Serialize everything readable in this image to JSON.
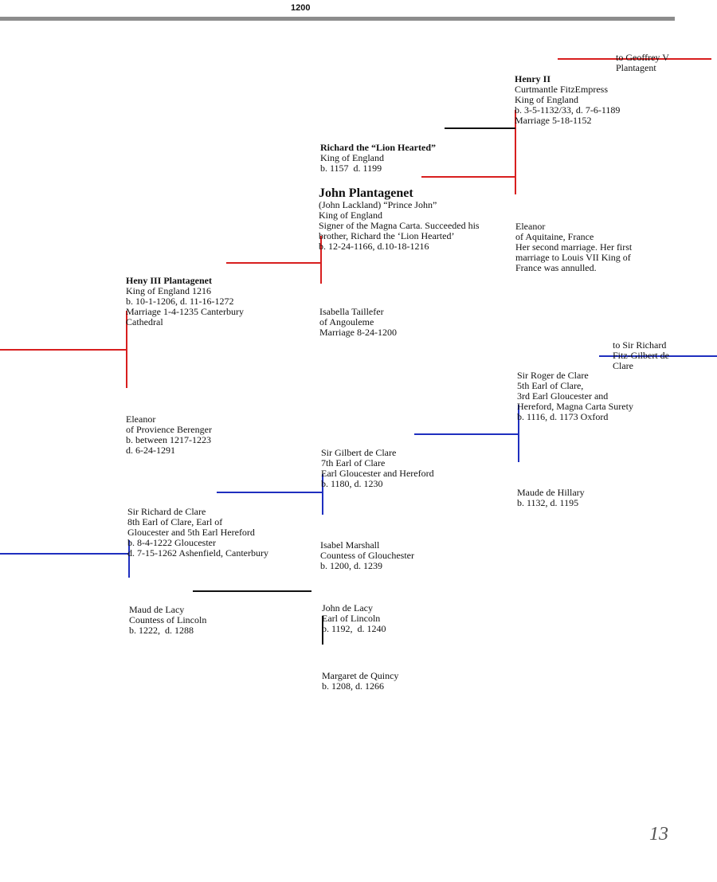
{
  "header": {
    "year": "1200"
  },
  "page_number": "13",
  "people": {
    "geoffrey_ref": {
      "lines": [
        "to Geoffrey V",
        "Plantagent"
      ]
    },
    "henry2": {
      "name": "Henry II",
      "lines": [
        "Curtmantle FitzEmpress",
        "King of England",
        "b. 3-5-1132/33, d. 7-6-1189",
        "Marriage 5-18-1152"
      ]
    },
    "richard": {
      "name": "Richard the “Lion Hearted”",
      "lines": [
        "King of England",
        "b. 1157  d. 1199"
      ]
    },
    "john": {
      "name": "John Plantagenet",
      "lines": [
        "(John Lackland) “Prince John”",
        "King of England",
        "Signer of the Magna Carta. Succeeded his",
        "brother, Richard the ‘Lion Hearted’",
        "b. 12-24-1166, d.10-18-1216"
      ]
    },
    "eleanor_aq": {
      "lines": [
        "Eleanor",
        "of Aquitaine, France",
        "Her second marriage. Her first",
        "marriage to Louis VII King of",
        "France was annulled."
      ]
    },
    "henry3": {
      "name": "Heny III Plantagenet",
      "lines": [
        "King of England 1216",
        "b. 10-1-1206, d. 11-16-1272",
        "Marriage 1-4-1235 Canterbury",
        "Cathedral"
      ]
    },
    "isabella": {
      "lines": [
        "Isabella Taillefer",
        "of Angouleme",
        "Marriage 8-24-1200"
      ]
    },
    "fitzgilbert_ref": {
      "lines": [
        "to Sir Richard",
        "Fitz-Gilbert de",
        "Clare"
      ]
    },
    "roger": {
      "lines": [
        "Sir Roger de Clare",
        "5th Earl of Clare,",
        "3rd Earl Gloucester and",
        "Hereford, Magna Carta Surety",
        "b. 1116, d. 1173 Oxford"
      ]
    },
    "eleanor_pr": {
      "lines": [
        "Eleanor",
        "of Provience Berenger",
        "b. between 1217-1223",
        "d. 6-24-1291"
      ]
    },
    "gilbert": {
      "lines": [
        "Sir Gilbert de Clare",
        "7th Earl of Clare",
        "Earl Gloucester and Hereford",
        "b. 1180, d. 1230"
      ]
    },
    "maude_h": {
      "lines": [
        "Maude de Hillary",
        "b. 1132, d. 1195"
      ]
    },
    "richard_clare": {
      "lines": [
        "Sir Richard de Clare",
        "8th Earl of Clare, Earl of",
        "Gloucester and 5th Earl Hereford",
        "b. 8-4-1222 Gloucester",
        "d. 7-15-1262 Ashenfield, Canterbury"
      ]
    },
    "isabel_m": {
      "lines": [
        "Isabel Marshall",
        "Countess of Glouchester",
        "b. 1200, d. 1239"
      ]
    },
    "maud_lacy": {
      "lines": [
        "Maud de Lacy",
        "Countess of Lincoln",
        "b. 1222,  d. 1288"
      ]
    },
    "john_lacy": {
      "lines": [
        "John de Lacy",
        "Earl of Lincoln",
        "b. 1192,  d. 1240"
      ]
    },
    "margaret": {
      "lines": [
        "Margaret de Quincy",
        "b. 1208, d. 1266"
      ]
    }
  },
  "colors": {
    "royal_line": "#d81f1f",
    "clare_line": "#1f2fbf",
    "other_line": "#111111"
  }
}
